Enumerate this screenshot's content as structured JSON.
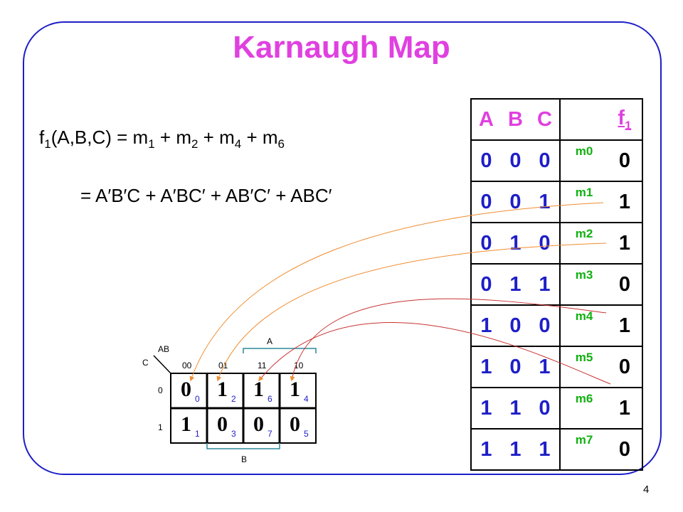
{
  "title": "Karnaugh Map",
  "page_number": "4",
  "formula": {
    "line1_prefix": "f",
    "line1_sub1": "1",
    "line1_args": "(A,B,C) = m",
    "m1_sub": "1",
    "plus1": " + m",
    "m2_sub": "2",
    "plus2": " + m",
    "m4_sub": "4",
    "plus3": " + m",
    "m6_sub": "6",
    "line2": "= A′B′C + A′BC′ + AB′C′ + ABC′"
  },
  "truth_table": {
    "headers": [
      "A",
      "B",
      "C",
      "",
      "f",
      "1"
    ],
    "rows": [
      {
        "a": "0",
        "b": "0",
        "c": "0",
        "m": "m0",
        "f": "0"
      },
      {
        "a": "0",
        "b": "0",
        "c": "1",
        "m": "m1",
        "f": "1"
      },
      {
        "a": "0",
        "b": "1",
        "c": "0",
        "m": "m2",
        "f": "1"
      },
      {
        "a": "0",
        "b": "1",
        "c": "1",
        "m": "m3",
        "f": "0"
      },
      {
        "a": "1",
        "b": "0",
        "c": "0",
        "m": "m4",
        "f": "1"
      },
      {
        "a": "1",
        "b": "0",
        "c": "1",
        "m": "m5",
        "f": "0"
      },
      {
        "a": "1",
        "b": "1",
        "c": "0",
        "m": "m6",
        "f": "1"
      },
      {
        "a": "1",
        "b": "1",
        "c": "1",
        "m": "m7",
        "f": "0"
      }
    ]
  },
  "kmap": {
    "corner_ab": "AB",
    "corner_c": "C",
    "col_headers": [
      "00",
      "01",
      "11",
      "10"
    ],
    "row_headers": [
      "0",
      "1"
    ],
    "brace_a": "A",
    "brace_b": "B",
    "cells": [
      [
        {
          "v": "0",
          "i": "0"
        },
        {
          "v": "1",
          "i": "2"
        },
        {
          "v": "1",
          "i": "6"
        },
        {
          "v": "1",
          "i": "4"
        }
      ],
      [
        {
          "v": "1",
          "i": "1"
        },
        {
          "v": "0",
          "i": "3"
        },
        {
          "v": "0",
          "i": "7"
        },
        {
          "v": "0",
          "i": "5"
        }
      ]
    ]
  },
  "colors": {
    "frame": "#1e1ec8",
    "title": "#e040e0",
    "variables": "#1e1ec8",
    "minterm": "#10b010",
    "arrow_orange": "#f08c30"
  }
}
